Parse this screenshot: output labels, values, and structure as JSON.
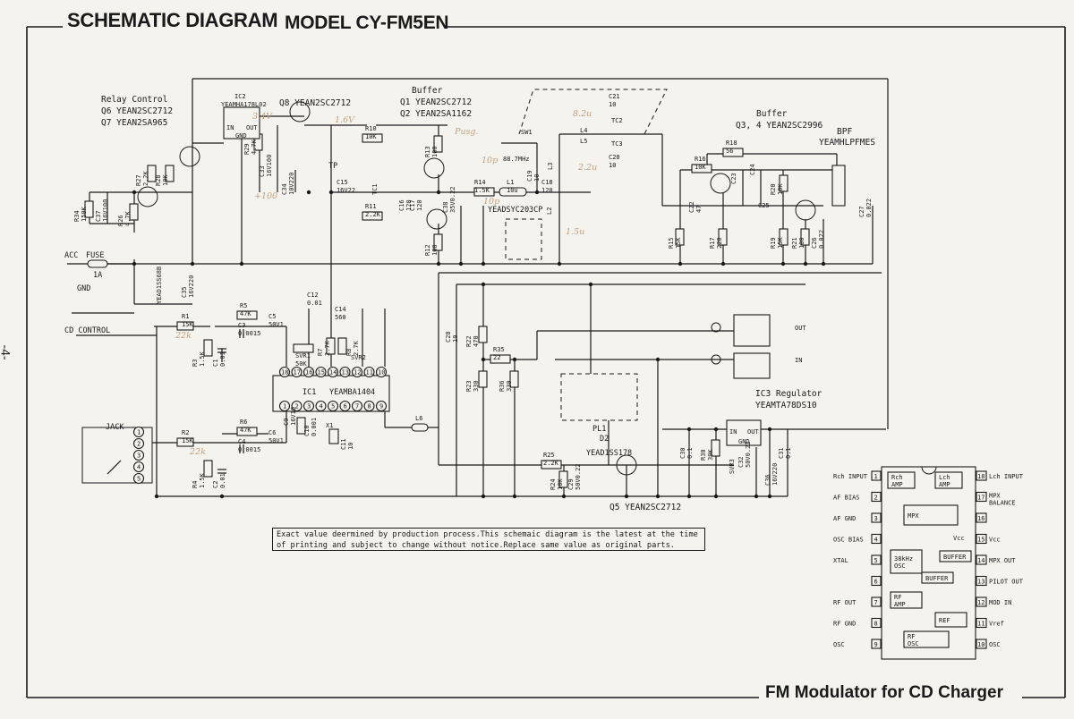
{
  "header": {
    "title": "SCHEMATIC DIAGRAM",
    "model": "MODEL CY-FM5EN"
  },
  "footer": {
    "title": "FM Modulator for CD Charger"
  },
  "page_number": "-4-",
  "note": "Exact value deermined by production process.This schemaic diagram is the latest at the time of printing and subject to change without notice.Replace same value as original parts.",
  "labels": {
    "relay": [
      "Relay Control",
      "Q6  YEAN2SC2712",
      "Q7  YEAN2SA965"
    ],
    "q8": "Q8  YEAN2SC2712",
    "buffer1": [
      "Buffer",
      "Q1  YEAN2SC2712",
      "Q2  YEAN2SA1162"
    ],
    "buffer2": [
      "Buffer",
      "Q3, 4  YEAN2SC2996"
    ],
    "bpf": [
      "BPF",
      "YEAMHLPFMES"
    ],
    "ic2": [
      "IC2",
      "YEAMHA178L02"
    ],
    "ic1": [
      "IC1",
      "YEAMBA1404"
    ],
    "ic3": [
      "IC3 Regulator",
      "YEAMTA78DS10"
    ],
    "q5": "Q5  YEAN2SC2712",
    "d1": "YEADSYC203CP",
    "d2": [
      "D2",
      "YEAD1SS178"
    ],
    "d3": "YEAD1SS68B",
    "acc": "ACC",
    "fuse": [
      "FUSE",
      "1A"
    ],
    "gnd": "GND",
    "cd_control": "CD CONTROL",
    "jack": "JACK",
    "out": "OUT",
    "in": "IN",
    "tp": "TP",
    "pl1": "PL1",
    "sw1": "SW1",
    "xtal_freq": "88.7MHz"
  },
  "parts": {
    "r1": [
      "R1",
      "15K"
    ],
    "r2": [
      "R2",
      "15K"
    ],
    "r3": [
      "R3",
      "1.5K"
    ],
    "r4": [
      "R4",
      "1.5K"
    ],
    "r5": [
      "R5",
      "47K"
    ],
    "r6": [
      "R6",
      "47K"
    ],
    "c3": [
      "C3",
      "0.0015"
    ],
    "c4": [
      "C4",
      "0.0015"
    ],
    "c5": [
      "C5",
      "50V1"
    ],
    "c6": [
      "C6",
      "50V1"
    ],
    "c1": [
      "C1",
      "0.01"
    ],
    "c2": [
      "C2",
      "0.01"
    ],
    "c12": [
      "C12",
      "0.01"
    ],
    "c14": [
      "C14",
      "560"
    ],
    "svr1": [
      "SVR1",
      "50K"
    ],
    "svr2": "SVR2",
    "r7": [
      "R7",
      "2.7K"
    ],
    "r8": [
      "R8",
      "2.7K"
    ],
    "c9": [
      "C9",
      "16V10"
    ],
    "c10": [
      "C10",
      "0.001"
    ],
    "x1": "X1",
    "l6": "L6",
    "c11": [
      "C11",
      "10"
    ],
    "r10": [
      "R10",
      "10K"
    ],
    "r11": [
      "R11",
      "2.2K"
    ],
    "r12": [
      "R12",
      "100"
    ],
    "r13": [
      "R13",
      "100"
    ],
    "r14": [
      "R14",
      "1.5K"
    ],
    "c15": [
      "C15",
      "16V22"
    ],
    "c16": [
      "C16",
      "120"
    ],
    "c17": [
      "C17",
      "120"
    ],
    "c18": [
      "C18",
      "120"
    ],
    "c19": [
      "C19",
      "10"
    ],
    "l1": [
      "L1",
      "10u"
    ],
    "l3": "L3",
    "l2": "L2",
    "l4": "L4",
    "l5": "L5",
    "c20": [
      "C20",
      "10"
    ],
    "c21": [
      "C21",
      "10"
    ],
    "tc1": "TC1",
    "tc2": "TC2",
    "tc3": "TC3",
    "c23": "C23",
    "c24": "C24",
    "c25": "C25",
    "r15": [
      "R15",
      "15K"
    ],
    "r16": [
      "R16",
      "10K"
    ],
    "r17": [
      "R17",
      "220"
    ],
    "r18": [
      "R18",
      "56"
    ],
    "r19": [
      "R19",
      "15K"
    ],
    "r20": [
      "R20",
      "10K"
    ],
    "r21": [
      "R21",
      "100"
    ],
    "c22": [
      "C22",
      "47"
    ],
    "c26": [
      "C26",
      "0.022"
    ],
    "c27": [
      "C27",
      "0.022"
    ],
    "r22": [
      "R22",
      "470"
    ],
    "r23": [
      "R23",
      "330"
    ],
    "r24": [
      "R24",
      "10K"
    ],
    "r25": [
      "R25",
      "2.2K"
    ],
    "r26": [
      "R26",
      "4.7K"
    ],
    "r27": [
      "R27",
      "2.2K"
    ],
    "r28": [
      "R28",
      "10K"
    ],
    "r29": [
      "R29",
      "4.7K"
    ],
    "r30": [
      "R30",
      "39K"
    ],
    "r34": [
      "R34",
      "150K"
    ],
    "r35": [
      "R35",
      "22"
    ],
    "r36": [
      "R36",
      "330"
    ],
    "c28": [
      "C28",
      "10"
    ],
    "c29": [
      "C29",
      "50V0.22"
    ],
    "c30": [
      "C30",
      "0.1"
    ],
    "c31": [
      "C31",
      "0.1"
    ],
    "c32": [
      "C32",
      "50V0.22"
    ],
    "c33": [
      "C33",
      "16V100"
    ],
    "c34": [
      "C34",
      "10V220"
    ],
    "c35": [
      "C35",
      "16V220"
    ],
    "c36": [
      "C36",
      "16V220"
    ],
    "c37": [
      "C37",
      "16V100"
    ],
    "c38": [
      "C38",
      "35V0.22"
    ],
    "svr3": "SVR3"
  },
  "ic_pins": {
    "ic1_top": [
      "18",
      "17",
      "16",
      "15",
      "14",
      "13",
      "12",
      "11",
      "10"
    ],
    "ic1_bottom": [
      "1",
      "2",
      "3",
      "4",
      "5",
      "6",
      "7",
      "8",
      "9"
    ],
    "ic2": [
      "IN",
      "OUT",
      "GND"
    ],
    "ic3": [
      "IN",
      "OUT",
      "GND"
    ],
    "jack_pins": [
      "1",
      "2",
      "3",
      "4",
      "5"
    ]
  },
  "pencil_notes": [
    "3.4V",
    "1.6V",
    "8.2u",
    "2.2u",
    "1.5u",
    "Pusg.",
    "10p",
    "10p",
    "22k",
    "22k",
    "+100"
  ],
  "block_diagram": {
    "left_pins": [
      {
        "n": "1",
        "label": "Rch INPUT"
      },
      {
        "n": "2",
        "label": "AF BIAS"
      },
      {
        "n": "3",
        "label": "AF GND"
      },
      {
        "n": "4",
        "label": "OSC BIAS"
      },
      {
        "n": "5",
        "label": "XTAL"
      },
      {
        "n": "6",
        "label": ""
      },
      {
        "n": "7",
        "label": "RF OUT"
      },
      {
        "n": "8",
        "label": "RF GND"
      },
      {
        "n": "9",
        "label": "OSC"
      }
    ],
    "right_pins": [
      {
        "n": "18",
        "label": "Lch INPUT"
      },
      {
        "n": "17",
        "label": "MPX BALANCE"
      },
      {
        "n": "16",
        "label": ""
      },
      {
        "n": "15",
        "label": "Vcc"
      },
      {
        "n": "14",
        "label": "MPX OUT"
      },
      {
        "n": "13",
        "label": "PILOT OUT"
      },
      {
        "n": "12",
        "label": "MOD IN"
      },
      {
        "n": "11",
        "label": "Vref"
      },
      {
        "n": "10",
        "label": "OSC"
      }
    ],
    "blocks": [
      "Rch AMP",
      "Lch AMP",
      "MPX",
      "38kHz OSC",
      "BUFFER",
      "BUFFER",
      "RF AMP",
      "REF",
      "RF OSC"
    ],
    "vcc_label": "Vcc"
  }
}
